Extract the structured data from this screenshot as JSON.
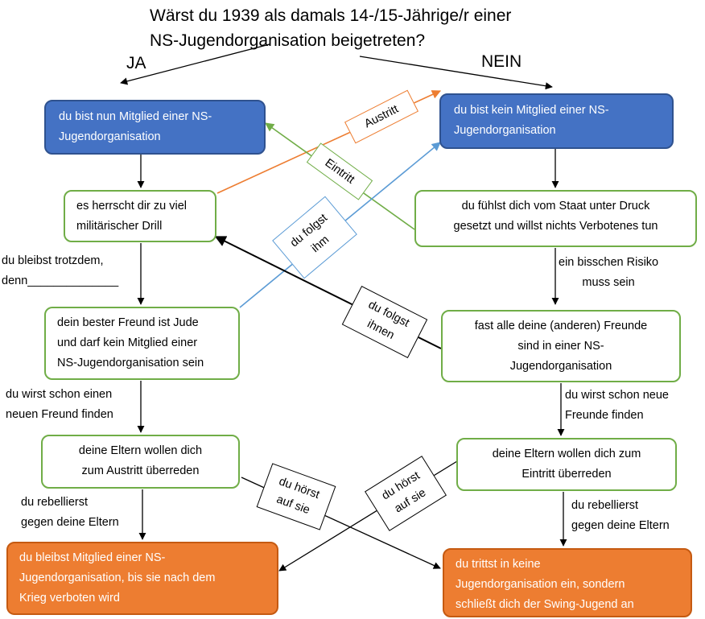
{
  "title": {
    "line1": "Wärst du 1939 als damals 14-/15-Jährige/r einer",
    "line2": "NS-Jugendorganisation beigetreten?"
  },
  "branches": {
    "yes": "JA",
    "no": "NEIN"
  },
  "boxes": {
    "member": {
      "line1": "du bist nun Mitglied einer NS-",
      "line2": "Jugendorganisation"
    },
    "not_member": {
      "line1": "du bist kein Mitglied einer NS-",
      "line2": "Jugendorganisation"
    },
    "drill": {
      "line1": "es herrscht dir zu viel",
      "line2": "militärischer Drill"
    },
    "pressure": {
      "line1": "du fühlst dich vom Staat unter Druck",
      "line2": "gesetzt und willst nichts Verbotenes tun"
    },
    "friend": {
      "line1": "dein bester Freund ist Jude",
      "line2": "und darf kein Mitglied einer",
      "line3": "NS-Jugendorganisation sein"
    },
    "friends_all": {
      "line1": "fast alle deine (anderen) Freunde",
      "line2": "sind in einer NS-",
      "line3": "Jugendorganisation"
    },
    "parents_leave": {
      "line1": "deine Eltern wollen dich",
      "line2": "zum Austritt überreden"
    },
    "parents_join": {
      "line1": "deine Eltern wollen dich zum",
      "line2": "Eintritt überreden"
    },
    "stay_member": {
      "line1": "du bleibst Mitglied einer NS-",
      "line2": "Jugendorganisation, bis sie nach dem",
      "line3": "Krieg verboten wird"
    },
    "swing": {
      "line1": "du trittst in keine",
      "line2": "Jugendorganisation ein, sondern",
      "line3": "schließt dich der Swing-Jugend an"
    }
  },
  "edge_labels": {
    "stay_despite": {
      "line1": "du bleibst trotzdem,",
      "line2": "denn______________"
    },
    "little_risk": {
      "line1": "ein bisschen Risiko",
      "line2": "muss sein"
    },
    "new_friend": {
      "line1": "du wirst schon einen",
      "line2": "neuen Freund finden"
    },
    "new_friends": {
      "line1": "du wirst schon neue",
      "line2": "Freunde finden"
    },
    "rebel_left": {
      "line1": "du rebellierst",
      "line2": "gegen deine Eltern"
    },
    "rebel_right": {
      "line1": "du rebellierst",
      "line2": "gegen deine Eltern"
    }
  },
  "tags": {
    "austritt": "Austritt",
    "eintritt": "Eintritt",
    "follow_him": {
      "line1": "du folgst",
      "line2": "ihm"
    },
    "follow_them": {
      "line1": "du folgst",
      "line2": "ihnen"
    },
    "listen_left": {
      "line1": "du hörst",
      "line2": "auf sie"
    },
    "listen_right": {
      "line1": "du hörst",
      "line2": "auf sie"
    }
  },
  "colors": {
    "blue_fill": "#4472c4",
    "green_border": "#70ad47",
    "orange_fill": "#ed7d31",
    "arrow_orange": "#ed7d31",
    "arrow_green": "#70ad47",
    "arrow_blue": "#5b9bd5",
    "arrow_black": "#000000"
  }
}
